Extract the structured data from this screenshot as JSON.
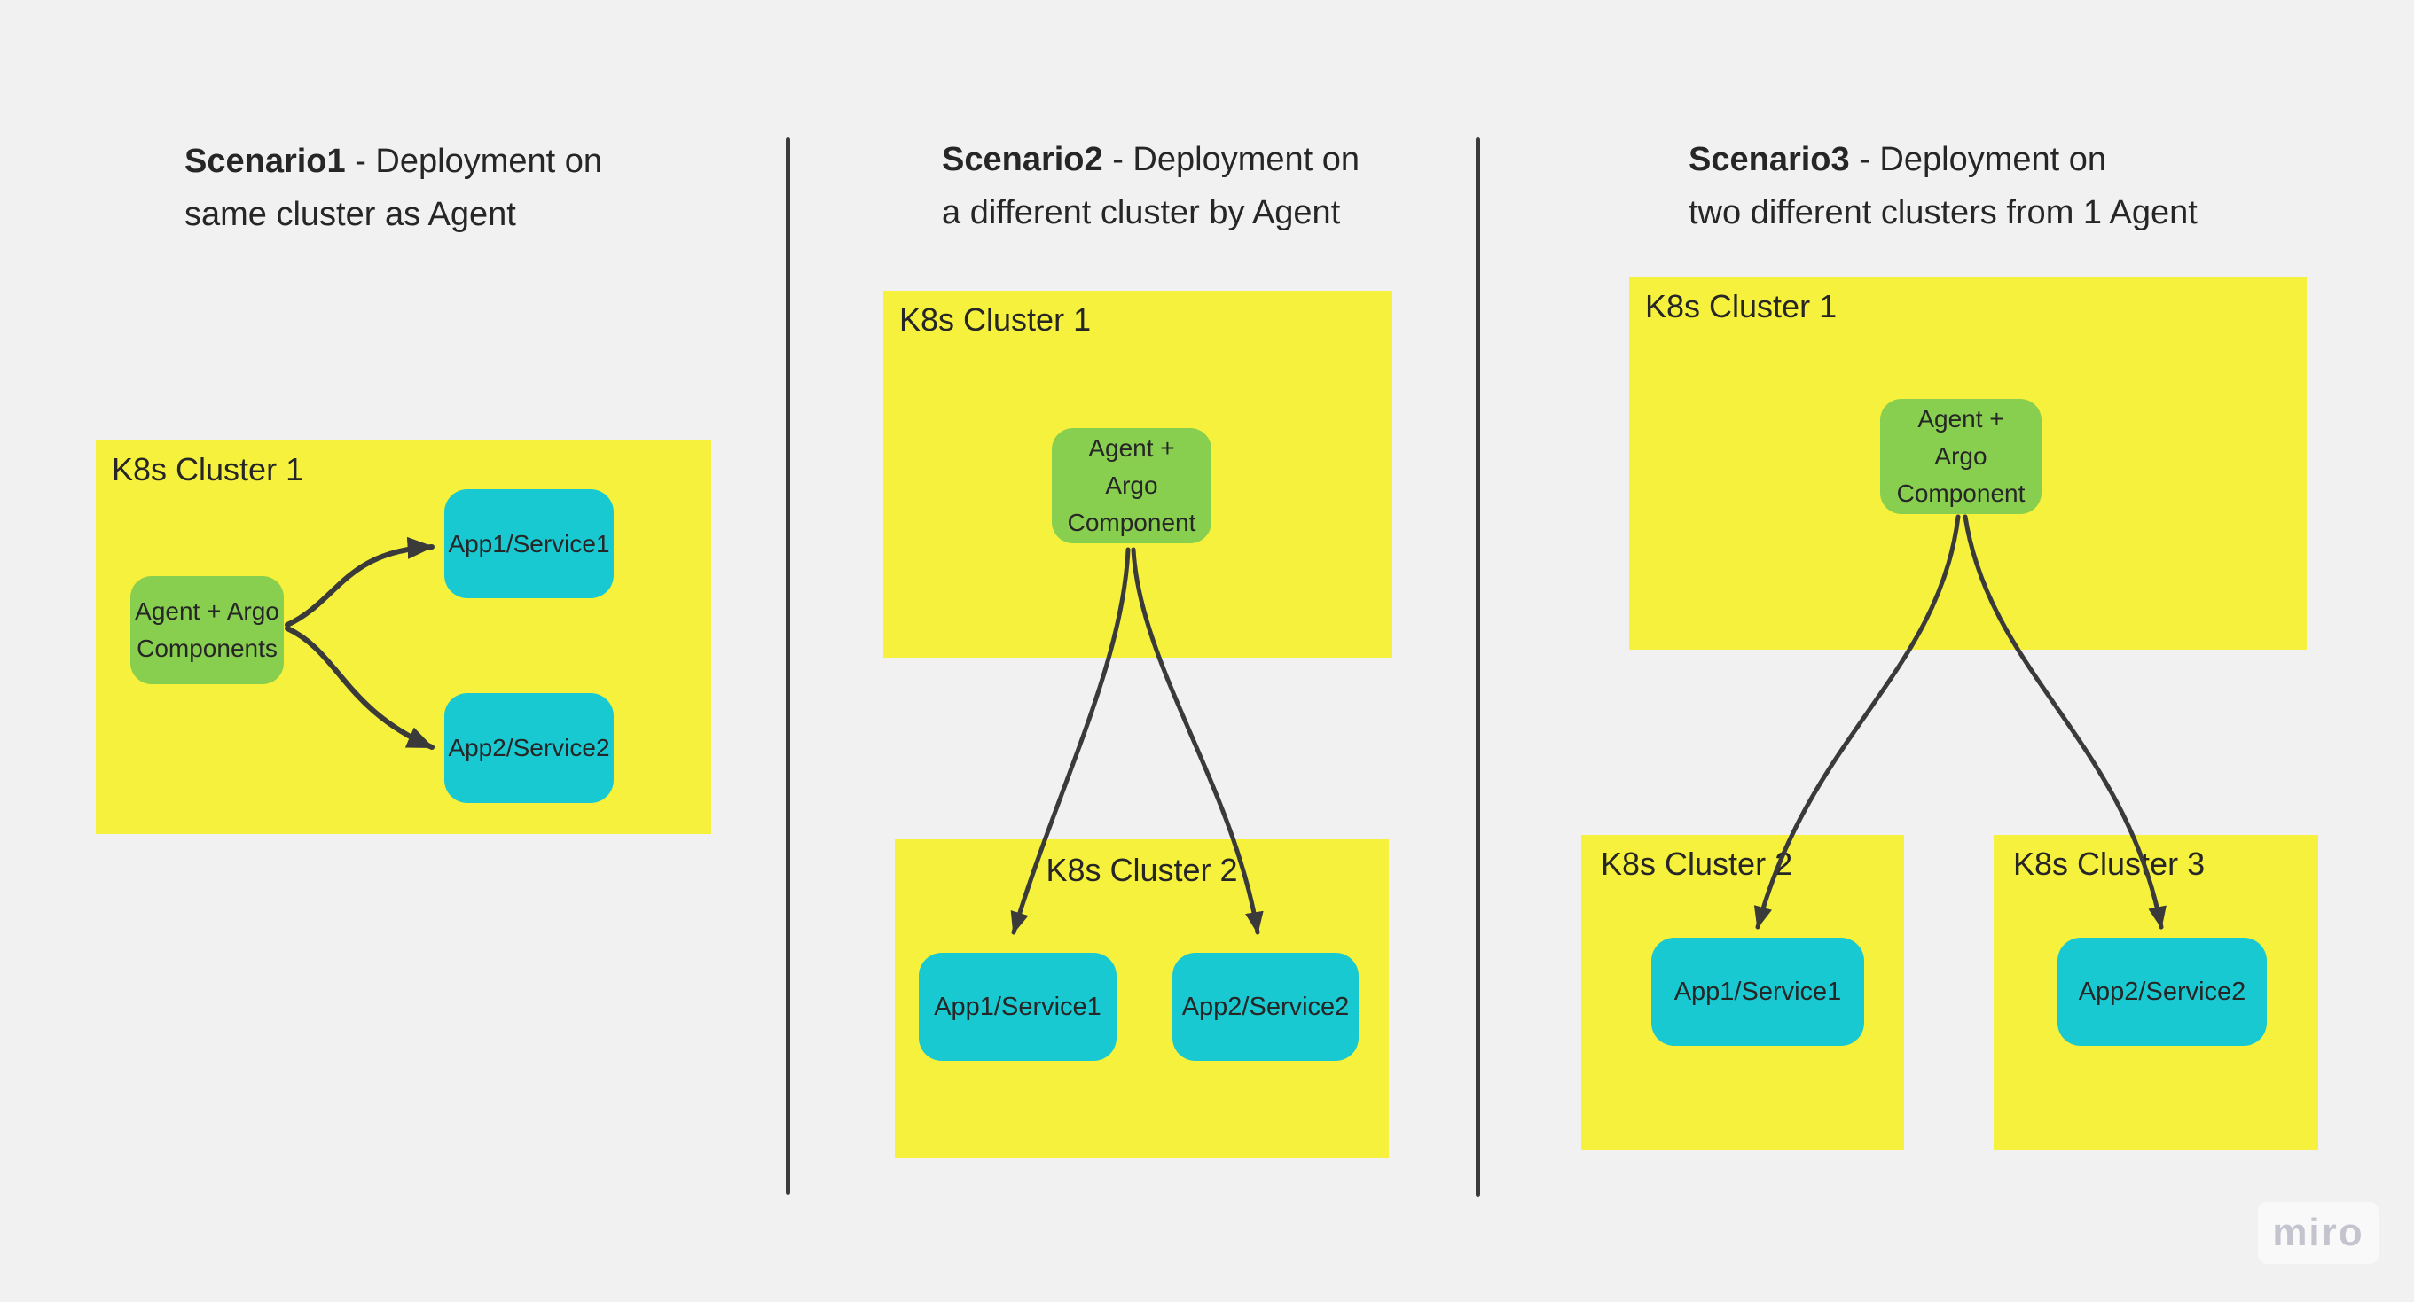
{
  "board": {
    "app_name": "miro"
  },
  "palette": {
    "board_bg": "#F1F1F2",
    "cluster_fill": "#F5F13C",
    "agent_fill": "#88CE4F",
    "app_fill": "#19C9D1",
    "arrow_color": "#3A3A3A",
    "divider_color": "#3B3B3D",
    "text_color": "#262626",
    "watermark_color": "#C3C4CE"
  },
  "scenario1": {
    "title": {
      "bold": "Scenario1",
      "rest": "- Deployment on",
      "line2": "same cluster as Agent"
    },
    "cluster1": {
      "label": "K8s Cluster 1"
    },
    "agent": {
      "line1": "Agent + Argo",
      "line2": "Components"
    },
    "app1": {
      "label": "App1/Service1"
    },
    "app2": {
      "label": "App2/Service2"
    }
  },
  "scenario2": {
    "title": {
      "bold": "Scenario2",
      "rest": "- Deployment on",
      "line2": "a different cluster by Agent"
    },
    "cluster1": {
      "label": "K8s Cluster 1"
    },
    "cluster2": {
      "label": "K8s Cluster 2"
    },
    "agent": {
      "line1": "Agent +",
      "line2": "Argo",
      "line3": "Component"
    },
    "app1": {
      "label": "App1/Service1"
    },
    "app2": {
      "label": "App2/Service2"
    }
  },
  "scenario3": {
    "title": {
      "bold": "Scenario3",
      "rest": "- Deployment on",
      "line2": "two different clusters from 1 Agent"
    },
    "cluster1": {
      "label": "K8s Cluster 1"
    },
    "cluster2": {
      "label": "K8s Cluster 2"
    },
    "cluster3": {
      "label": "K8s Cluster 3"
    },
    "agent": {
      "line1": "Agent +",
      "line2": "Argo",
      "line3": "Component"
    },
    "app1": {
      "label": "App1/Service1"
    },
    "app2": {
      "label": "App2/Service2"
    }
  },
  "watermark": {
    "label": "miro"
  }
}
